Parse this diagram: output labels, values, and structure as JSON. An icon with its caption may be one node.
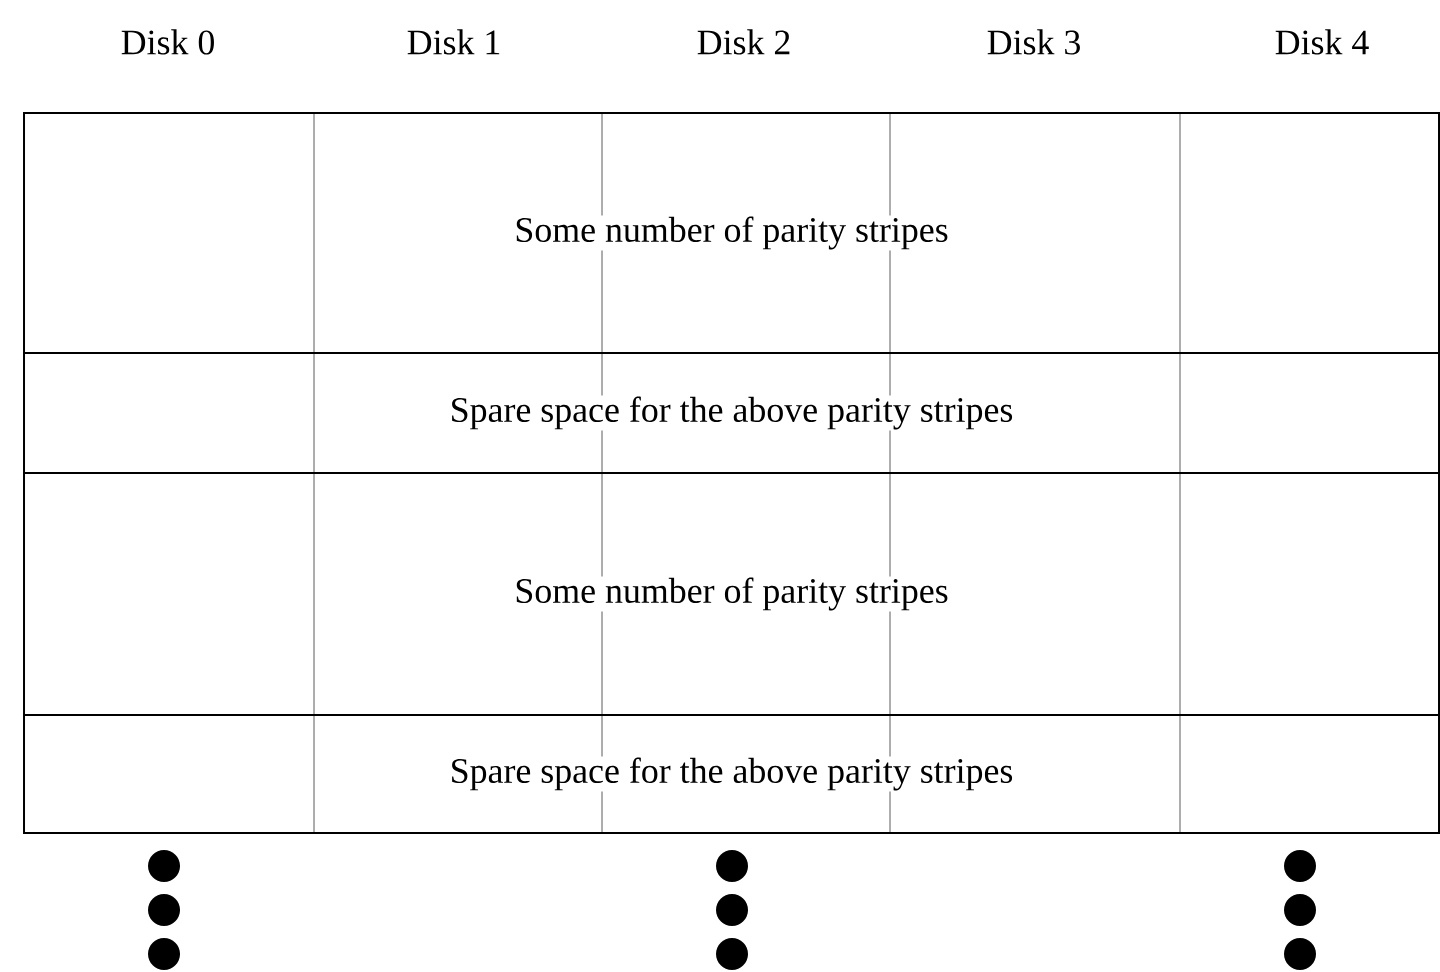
{
  "diagram": {
    "nodes": [
      {
        "text": [
          "Some number of parity stripes"
        ]
      },
      {
        "text": [
          "Spare space for the above parity stripes"
        ]
      },
      {
        "text": [
          "Some number of parity stripes"
        ]
      },
      {
        "text": [
          "Spare space for the above parity stripes"
        ]
      }
    ],
    "labels": [
      "Disk 0",
      "Disk 1",
      "Disk 2",
      "Disk 3",
      "Disk 4"
    ]
  }
}
